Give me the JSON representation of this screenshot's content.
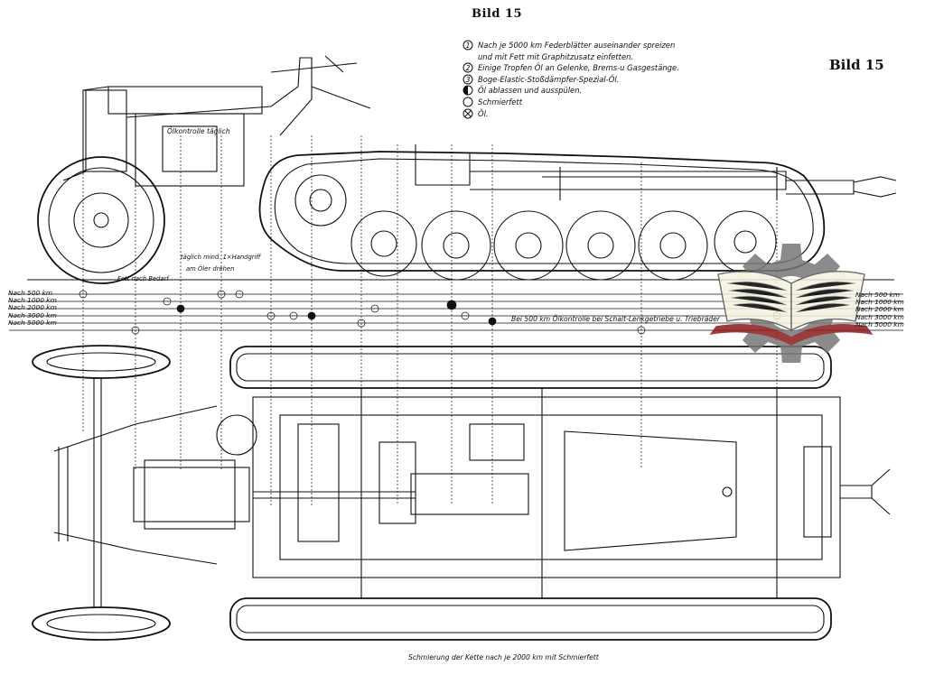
{
  "figure_label": "Bild 15",
  "legend": [
    {
      "symbol": "number-1-icon",
      "lines": [
        "Nach je 5000 km Federblätter auseinander spreizen",
        "und mit Fett mit Graphitzusatz einfetten."
      ]
    },
    {
      "symbol": "number-2-icon",
      "lines": [
        "Einige Tropfen Öl an Gelenke, Brems-u Gasgestänge."
      ]
    },
    {
      "symbol": "number-3-icon",
      "lines": [
        "Boge-Elastic-Stoßdämpfer-Spezial-Öl."
      ]
    },
    {
      "symbol": "half-filled-circle-icon",
      "lines": [
        "Öl ablassen und ausspülen."
      ]
    },
    {
      "symbol": "open-circle-icon",
      "lines": [
        "Schmierfett"
      ]
    },
    {
      "symbol": "crossed-circle-icon",
      "lines": [
        "Öl."
      ]
    }
  ],
  "intervals_left": [
    "Nach 500 km",
    "Nach 1000 km",
    "Nach 2000 km",
    "Nach 3000 km",
    "Nach 5000 km"
  ],
  "intervals_right": [
    "Nach 500 km",
    "Nach 1000 km",
    "Nach 2000 km",
    "Nach 3000 km",
    "Nach 5000 km"
  ],
  "annotations": {
    "oil_check_daily": "Ölkontrolle täglich",
    "daily_mark": "täglich mind. 1×Handgriff",
    "turn_at_oiler": "am Öler drehen",
    "grease_as_needed": "Fett nach Bedarf",
    "oil_check_500": "Bei 500 km Ölkontrolle bei Schalt-Lenkgetriebe u. Triebräder",
    "track_lubrication": "Schmierung der Kette nach je 2000 km mit Schmierfett"
  }
}
